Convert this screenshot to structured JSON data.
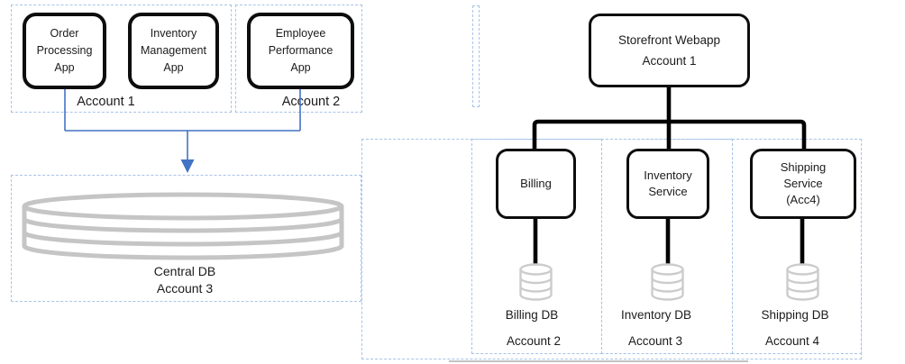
{
  "left_diagram": {
    "groups": [
      {
        "label": "Account 1"
      },
      {
        "label": "Account 2"
      }
    ],
    "apps": [
      {
        "name": "Order Processing App"
      },
      {
        "name": "Inventory Management App"
      },
      {
        "name": "Employee Performance App"
      }
    ],
    "central_db": {
      "name": "Central DB",
      "account": "Account 3"
    }
  },
  "right_diagram": {
    "root": {
      "name": "Storefront Webapp",
      "account": "Account 1"
    },
    "services": [
      {
        "name": "Billing",
        "db": "Billing DB",
        "account": "Account 2"
      },
      {
        "name": "Inventory Service",
        "db": "Inventory DB",
        "account": "Account 3"
      },
      {
        "name": "Shipping Service (Acc4)",
        "db": "Shipping DB",
        "account": "Account 4"
      }
    ]
  },
  "colors": {
    "dashed_border": "#a8c4e8",
    "connector_blue": "#4472c4",
    "node_border": "#0d0d0d",
    "large_cylinder_gray": "#c5c5c5",
    "small_cylinder_gray": "#cccccc"
  }
}
